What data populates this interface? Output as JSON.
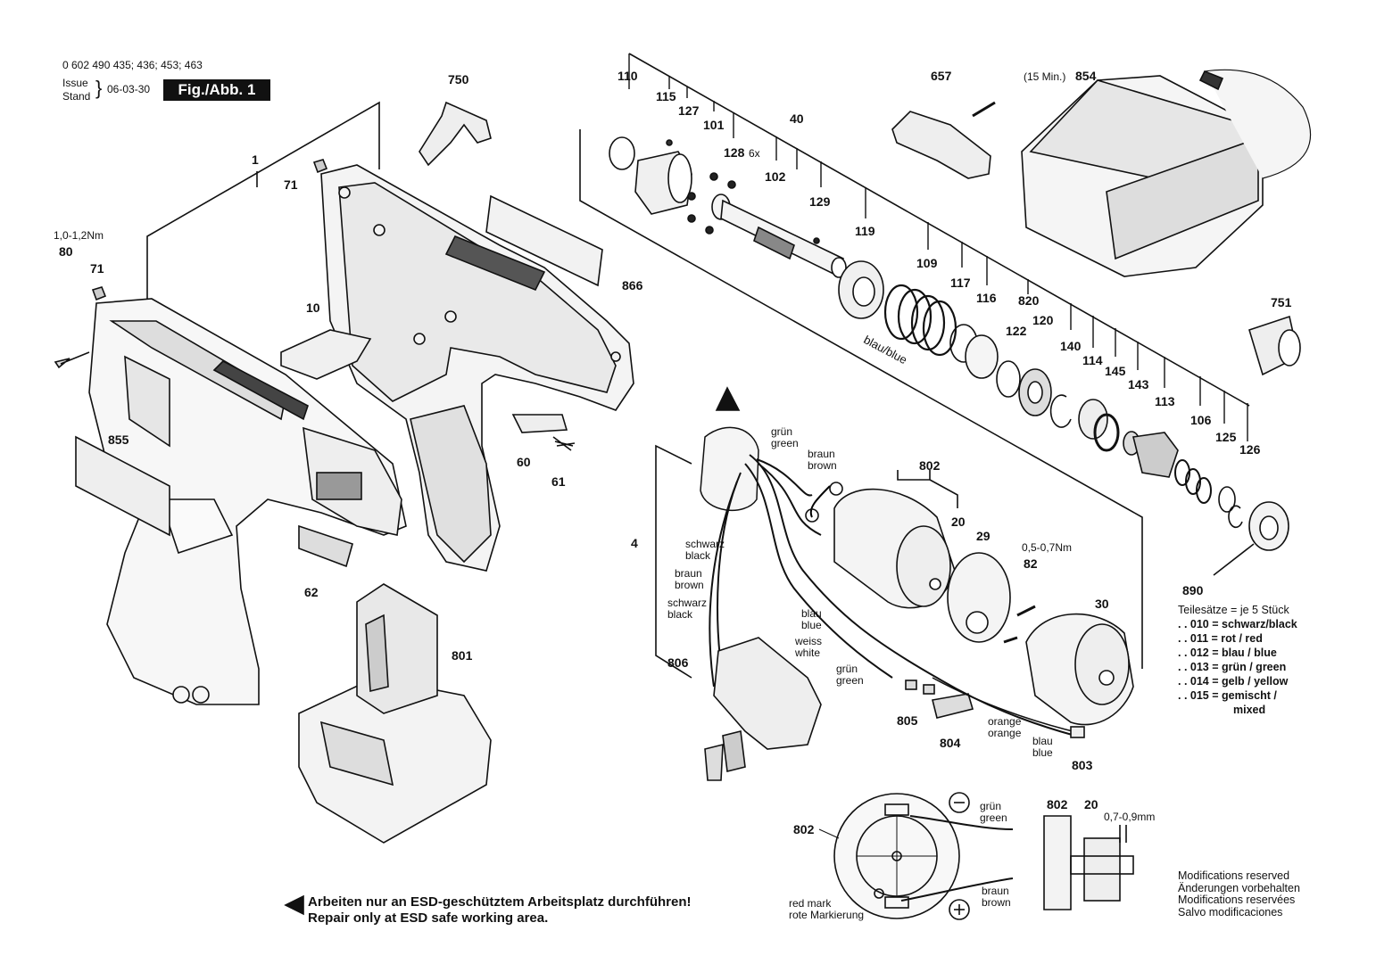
{
  "header": {
    "model_numbers": "0 602 490 435; 436; 453; 463",
    "issue_label": "Issue",
    "stand_label": "Stand",
    "date": "06-03-30",
    "figure": "Fig./Abb. 1"
  },
  "part_numbers": {
    "p1": "1",
    "p71a": "71",
    "p71b": "71",
    "p80": "80",
    "p10": "10",
    "p855": "855",
    "p750": "750",
    "p866": "866",
    "p60": "60",
    "p61": "61",
    "p62": "62",
    "p801": "801",
    "p110": "110",
    "p115": "115",
    "p127": "127",
    "p101": "101",
    "p128": "128",
    "p40": "40",
    "p102": "102",
    "p129": "129",
    "p119": "119",
    "p109": "109",
    "p117": "117",
    "p116": "116",
    "p820": "820",
    "p122": "122",
    "p120": "120",
    "p140": "140",
    "p114": "114",
    "p145": "145",
    "p143": "143",
    "p113": "113",
    "p106": "106",
    "p125": "125",
    "p126": "126",
    "p890": "890",
    "p657": "657",
    "p854": "854",
    "p751": "751",
    "p4": "4",
    "p806": "806",
    "p805": "805",
    "p804": "804",
    "p803": "803",
    "p802": "802",
    "p20": "20",
    "p29": "29",
    "p82": "82",
    "p30": "30",
    "p802b": "802",
    "p802c": "802",
    "p20b": "20"
  },
  "annotations": {
    "torque_80": "1,0-1,2Nm",
    "qty_128": "6x",
    "charger_time": "(15 Min.)",
    "blau_blue": "blau/blue",
    "torque_82": "0,5-0,7Nm",
    "gap": "0,7-0,9mm",
    "triangle": "▲"
  },
  "wires": {
    "gruen": "grün",
    "green": "green",
    "braun": "braun",
    "brown": "brown",
    "schwarz": "schwarz",
    "black": "black",
    "blau": "blau",
    "blue": "blue",
    "weiss": "weiss",
    "white": "white",
    "orange": "orange",
    "red_mark": "red mark",
    "rote_markierung": "rote Markierung",
    "plus": "+",
    "minus": "−"
  },
  "legend": {
    "title": "Teilesätze = je 5 Stück",
    "rows": [
      ". . 010 = schwarz/black",
      ". . 011 = rot / red",
      ". . 012 = blau / blue",
      ". . 013 = grün / green",
      ". . 014 = gelb / yellow",
      ". . 015 = gemischt /",
      "mixed"
    ]
  },
  "esd_notice": {
    "line1": "Arbeiten nur an ESD-geschütztem Arbeitsplatz durchführen!",
    "line2": "Repair only at ESD safe working area."
  },
  "modifications": [
    "Modifications reserved",
    "Änderungen vorbehalten",
    "Modifications reservées",
    "Salvo modificaciones"
  ]
}
